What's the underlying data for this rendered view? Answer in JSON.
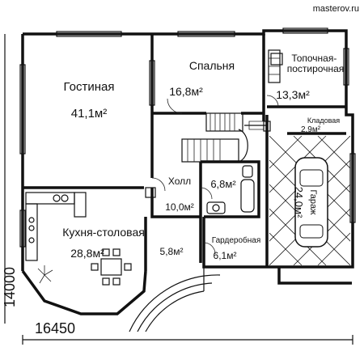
{
  "watermark": "masterov.ru",
  "dimensions": {
    "width": "16450",
    "depth": "14000"
  },
  "rooms": [
    {
      "key": "living",
      "name": "Гостиная",
      "area": "41,1м²"
    },
    {
      "key": "bedroom",
      "name": "Спальня",
      "area": "16,8м²"
    },
    {
      "key": "boiler",
      "name": "Топочная-постирочная",
      "area": "13,3м²"
    },
    {
      "key": "pantry",
      "name": "Кладовая",
      "area": "2,9м²"
    },
    {
      "key": "garage",
      "name": "Гараж",
      "area": "24,0м²"
    },
    {
      "key": "bath",
      "name": "",
      "area": "6,8м²"
    },
    {
      "key": "hall",
      "name": "Холл",
      "area": "10,0м²"
    },
    {
      "key": "kitchen",
      "name": "Кухня-столовая",
      "area": "28,8м²"
    },
    {
      "key": "vestibule",
      "name": "",
      "area": "5,8м²"
    },
    {
      "key": "wardrobe",
      "name": "Гардеробная",
      "area": "6,1м²"
    }
  ]
}
